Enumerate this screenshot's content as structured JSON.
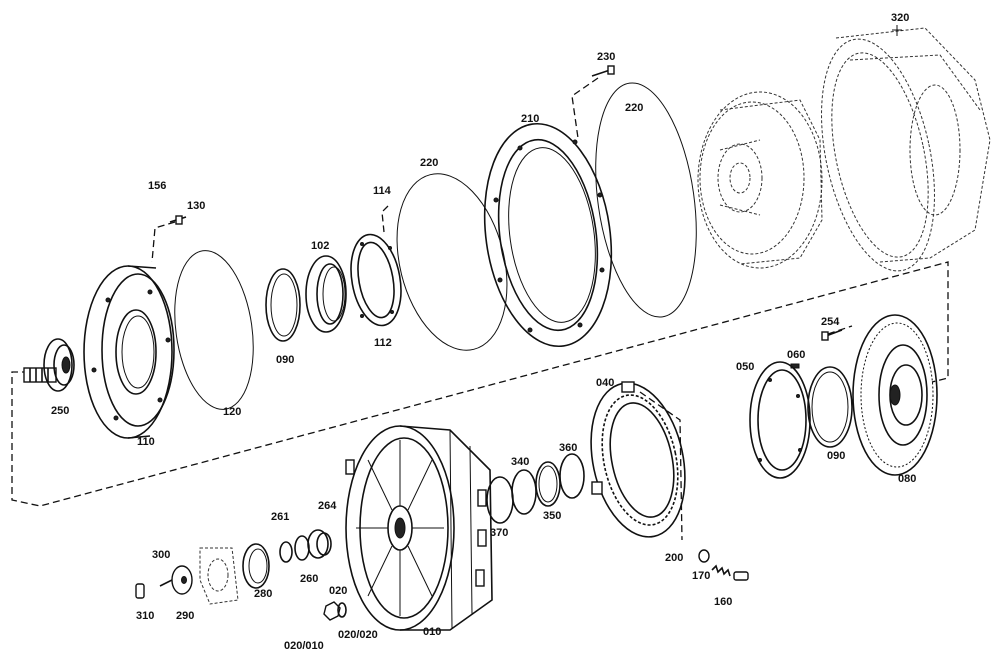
{
  "labels": {
    "p320": "320",
    "p230": "230",
    "p220a": "220",
    "p210": "210",
    "p220b": "220",
    "p114": "114",
    "p102": "102",
    "p156": "156",
    "p130": "130",
    "p112": "112",
    "p090a": "090",
    "p120": "120",
    "p110": "110",
    "p250": "250",
    "p254": "254",
    "p060": "060",
    "p050": "050",
    "p040": "040",
    "p090b": "090",
    "p080": "080",
    "p360": "360",
    "p340": "340",
    "p350": "350",
    "p370": "370",
    "p264": "264",
    "p261": "261",
    "p260": "260",
    "p280": "280",
    "p300": "300",
    "p310": "310",
    "p290": "290",
    "p020": "020",
    "p020_010": "020/010",
    "p020_020": "020/020",
    "p010": "010",
    "p200": "200",
    "p170": "170",
    "p160": "160"
  }
}
